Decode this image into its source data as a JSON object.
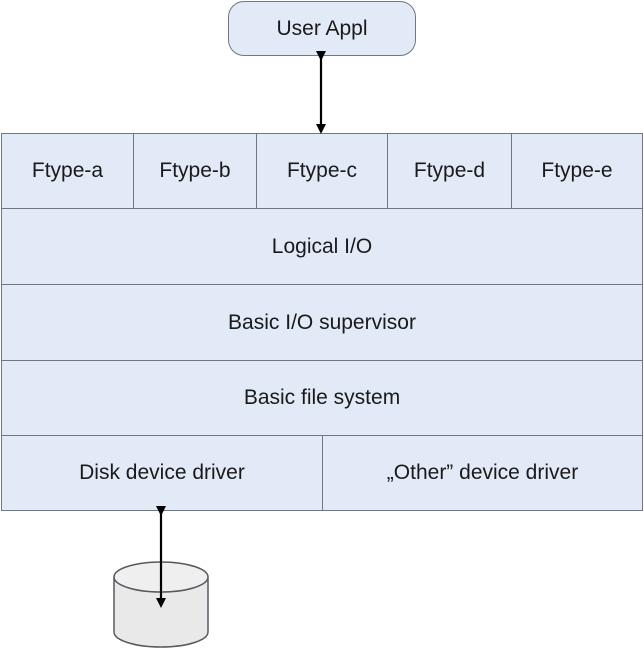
{
  "diagram": {
    "user_appl": "User Appl",
    "ftypes": [
      "Ftype-a",
      "Ftype-b",
      "Ftype-c",
      "Ftype-d",
      "Ftype-e"
    ],
    "logical_io": "Logical I/O",
    "basic_io_supervisor": "Basic I/O supervisor",
    "basic_file_system": "Basic file system",
    "disk_device_driver": "Disk device driver",
    "other_device_driver": "„Other” device driver"
  },
  "colors": {
    "box_fill": "#e1eaf6",
    "border": "#6f7780",
    "disk_fill": "#e9e9e9",
    "arrow": "#000000"
  }
}
